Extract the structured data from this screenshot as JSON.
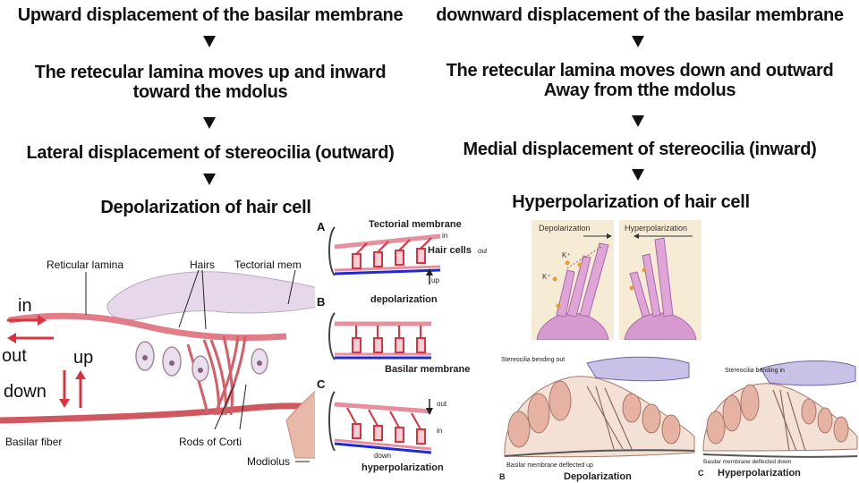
{
  "left_flow": {
    "step1": "Upward displacement of the basilar membrane",
    "step2_line1": "The retecular lamina moves up and inward",
    "step2_line2": "toward the mdolus",
    "step3": "Lateral displacement of stereocilia (outward)",
    "step4": "Depolarization of hair cell"
  },
  "right_flow": {
    "step1": "downward displacement of the basilar membrane",
    "step2_line1": "The retecular lamina moves down and outward",
    "step2_line2": "Away from tthe mdolus",
    "step3": "Medial displacement of stereocilia (inward)",
    "step4": "Hyperpolarization of hair cell"
  },
  "corti_diagram": {
    "reticular_lamina": "Reticular lamina",
    "hairs": "Hairs",
    "tectorial": "Tectorial mem",
    "in": "in",
    "out": "out",
    "up": "up",
    "down": "down",
    "basilar_fiber": "Basilar fiber",
    "rods_of_corti": "Rods of Corti",
    "modiolus": "Modiolus"
  },
  "abc_diagram": {
    "label_a": "A",
    "label_b": "B",
    "label_c": "C",
    "tectorial_membrane": "Tectorial membrane",
    "in_top": "in",
    "hair_cells": "Hair cells",
    "out_top": "out",
    "up": "up",
    "depolarization": "depolarization",
    "basilar_membrane": "Basilar membrane",
    "out_c": "out",
    "in_c": "in",
    "down": "down",
    "hyperpolarization": "hyperpolarization"
  },
  "stereocilia_panel": {
    "depolarization": "Depolarization",
    "hyperpolarization": "Hyperpolarization",
    "k1": "K⁺",
    "k2": "K⁺"
  },
  "cross_sections": {
    "left_caption": "Stereocilia bending out",
    "left_bottom": "Basilar membrane deflected up",
    "left_letter": "B",
    "left_title": "Depolarization",
    "right_caption": "Stereocilia bending in",
    "right_bottom": "Basilar membrane deflected down",
    "right_letter": "C",
    "right_title": "Hyperpolarization"
  },
  "colors": {
    "red": "#d9333f",
    "pink": "#e58f9f",
    "lavender": "#c9c2e6",
    "blue": "#1a2bd6"
  }
}
